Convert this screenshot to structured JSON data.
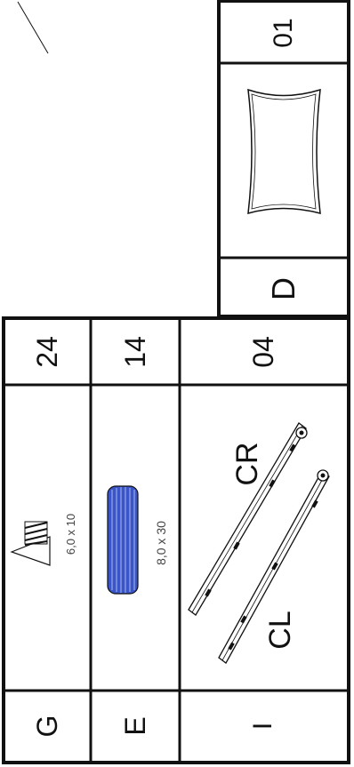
{
  "hardware_table": {
    "rows": [
      {
        "letter": "G",
        "size_label": "6,0 x 10",
        "quantity": "24",
        "item": "screw"
      },
      {
        "letter": "E",
        "size_label": "8,0 x 30",
        "quantity": "14",
        "item": "dowel"
      },
      {
        "letter": "I",
        "size_label": "",
        "quantity": "04",
        "item": "drawer-slides",
        "slide_labels": [
          "CR",
          "CL"
        ]
      }
    ]
  },
  "top_box": {
    "letter": "D",
    "quantity": "01",
    "item": "cushion-panel"
  },
  "colors": {
    "line": "#111111",
    "dowel_fill": "#3a55c8",
    "dowel_stripe": "#a9b8f0"
  }
}
